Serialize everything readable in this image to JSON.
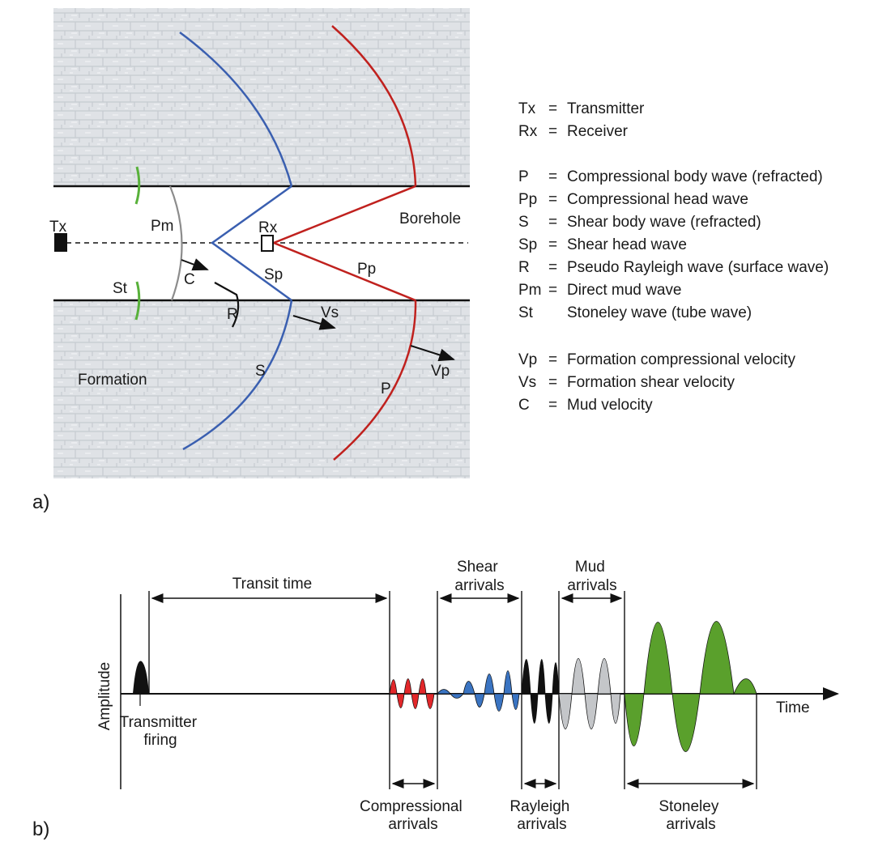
{
  "panel_a": {
    "label": "a)",
    "text": {
      "tx": "Tx",
      "rx": "Rx",
      "pm": "Pm",
      "st": "St",
      "c": "C",
      "r": "R",
      "sp": "Sp",
      "pp": "Pp",
      "vs": "Vs",
      "vp": "Vp",
      "s": "S",
      "p": "P",
      "borehole": "Borehole",
      "formation": "Formation"
    },
    "legend": [
      {
        "sym": "Tx",
        "eq": "=",
        "desc": "Transmitter"
      },
      {
        "sym": "Rx",
        "eq": "=",
        "desc": "Receiver"
      },
      {
        "sym": "P",
        "eq": "=",
        "desc": "Compressional body wave (refracted)"
      },
      {
        "sym": "Pp",
        "eq": "=",
        "desc": "Compressional head wave"
      },
      {
        "sym": "S",
        "eq": "=",
        "desc": "Shear body wave (refracted)"
      },
      {
        "sym": "Sp",
        "eq": "=",
        "desc": "Shear head wave"
      },
      {
        "sym": "R",
        "eq": "=",
        "desc": "Pseudo Rayleigh wave (surface wave)"
      },
      {
        "sym": "Pm",
        "eq": "=",
        "desc": "Direct mud wave"
      },
      {
        "sym": "St",
        "eq": "",
        "desc": "Stoneley wave (tube wave)"
      },
      {
        "sym": "Vp",
        "eq": "=",
        "desc": "Formation compressional velocity"
      },
      {
        "sym": "Vs",
        "eq": "=",
        "desc": "Formation shear velocity"
      },
      {
        "sym": "C",
        "eq": "=",
        "desc": "Mud velocity"
      }
    ],
    "colors": {
      "formation": "#dfe2e6",
      "s_wave": "#3a5fb0",
      "p_wave": "#c0211e",
      "stoneley": "#58b13a",
      "mud": "#8c8c8c"
    }
  },
  "panel_b": {
    "label": "b)",
    "y_axis": "Amplitude",
    "x_axis": "Time",
    "transmitter": "Transmitter\nfiring",
    "transit": "Transit time",
    "groups": [
      {
        "id": "compressional",
        "label": "Compressional\narrivals",
        "color": "#e2272a"
      },
      {
        "id": "shear",
        "label": "Shear\narrivals",
        "color": "#3a74c2"
      },
      {
        "id": "rayleigh",
        "label": "Rayleigh\narrivals",
        "color": "#111111"
      },
      {
        "id": "mud",
        "label": "Mud\narrivals",
        "color": "#c4c6c9"
      },
      {
        "id": "stoneley",
        "label": "Stoneley\narrivals",
        "color": "#5aa02c"
      }
    ]
  }
}
